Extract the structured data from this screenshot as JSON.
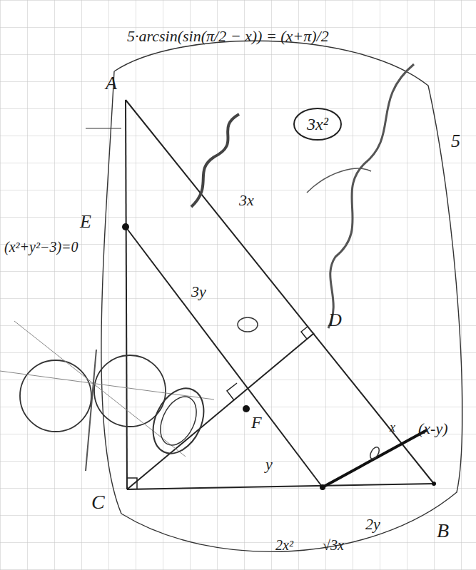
{
  "diagram": {
    "nodes": [
      {
        "text": [
          "3x²"
        ]
      }
    ],
    "labels": [
      "5·arcsin(sin(π/2 − x)) = (x+π)/2",
      "A",
      "5",
      "E",
      "3x",
      "(x²+y²−3)=0",
      "3y",
      "D",
      "F",
      "x",
      "y",
      "(x-y)",
      "C",
      "2y",
      "B",
      "2x²",
      "√3x"
    ]
  }
}
